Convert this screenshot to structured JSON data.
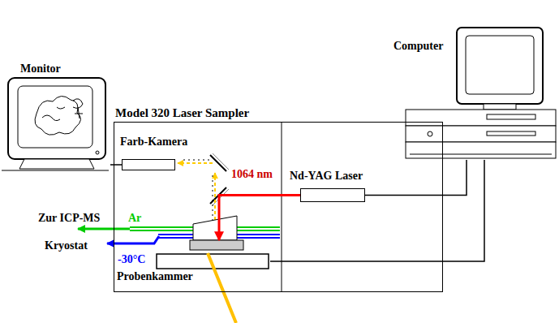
{
  "diagram": {
    "nodes": [
      {
        "text": [
          "Monitor"
        ]
      },
      {
        "text": [
          "Computer"
        ]
      },
      {
        "text": [
          "Model 320 Laser Sampler"
        ]
      },
      {
        "text": [
          "Farb-Kamera"
        ],
        "in": 2
      },
      {
        "text": [
          "Nd-YAG Laser"
        ],
        "in": 2
      },
      {
        "text": [
          "Probenkammer"
        ],
        "in": 2
      }
    ],
    "edges": [
      {
        "from": 0,
        "to": 3,
        "arrow": "none"
      },
      {
        "from": 4,
        "to": 5,
        "label": "1064 nm",
        "arrow": "to"
      },
      {
        "from": 1,
        "to": 4,
        "arrow": "none"
      },
      {
        "from": 1,
        "to": 5,
        "arrow": "none"
      }
    ],
    "labels": [
      "Ar",
      "Zur ICP-MS",
      "Kryostat",
      "-30°C"
    ]
  }
}
